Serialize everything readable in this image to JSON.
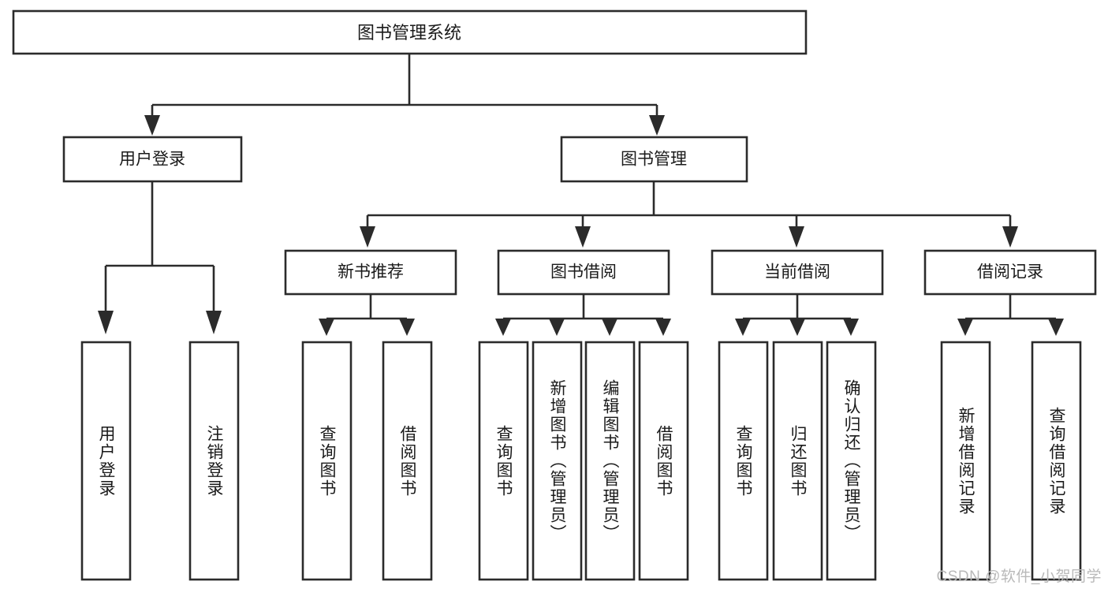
{
  "diagram": {
    "title": "图书管理系统",
    "type": "tree-hierarchy",
    "watermark": "CSDN @软件_小贺同学",
    "colors": {
      "background": "#ffffff",
      "stroke": "#2b2b2b",
      "text": "#1a1a1a",
      "watermark": "#b9b9b9"
    },
    "root": {
      "label": "图书管理系统"
    },
    "level2": [
      {
        "label": "用户登录"
      },
      {
        "label": "图书管理"
      }
    ],
    "level3": [
      {
        "label": "新书推荐"
      },
      {
        "label": "图书借阅"
      },
      {
        "label": "当前借阅"
      },
      {
        "label": "借阅记录"
      }
    ],
    "leaves": {
      "user_login": [
        {
          "label": "用户登录"
        },
        {
          "label": "注销登录"
        }
      ],
      "new_book_recommend": [
        {
          "label": "查询图书"
        },
        {
          "label": "借阅图书"
        }
      ],
      "book_borrow": [
        {
          "label": "查询图书"
        },
        {
          "label": "新增图书（管理员）"
        },
        {
          "label": "编辑图书（管理员）"
        },
        {
          "label": "借阅图书"
        }
      ],
      "current_borrow": [
        {
          "label": "查询图书"
        },
        {
          "label": "归还图书"
        },
        {
          "label": "确认归还（管理员）"
        }
      ],
      "borrow_records": [
        {
          "label": "新增借阅记录"
        },
        {
          "label": "查询借阅记录"
        }
      ]
    }
  }
}
